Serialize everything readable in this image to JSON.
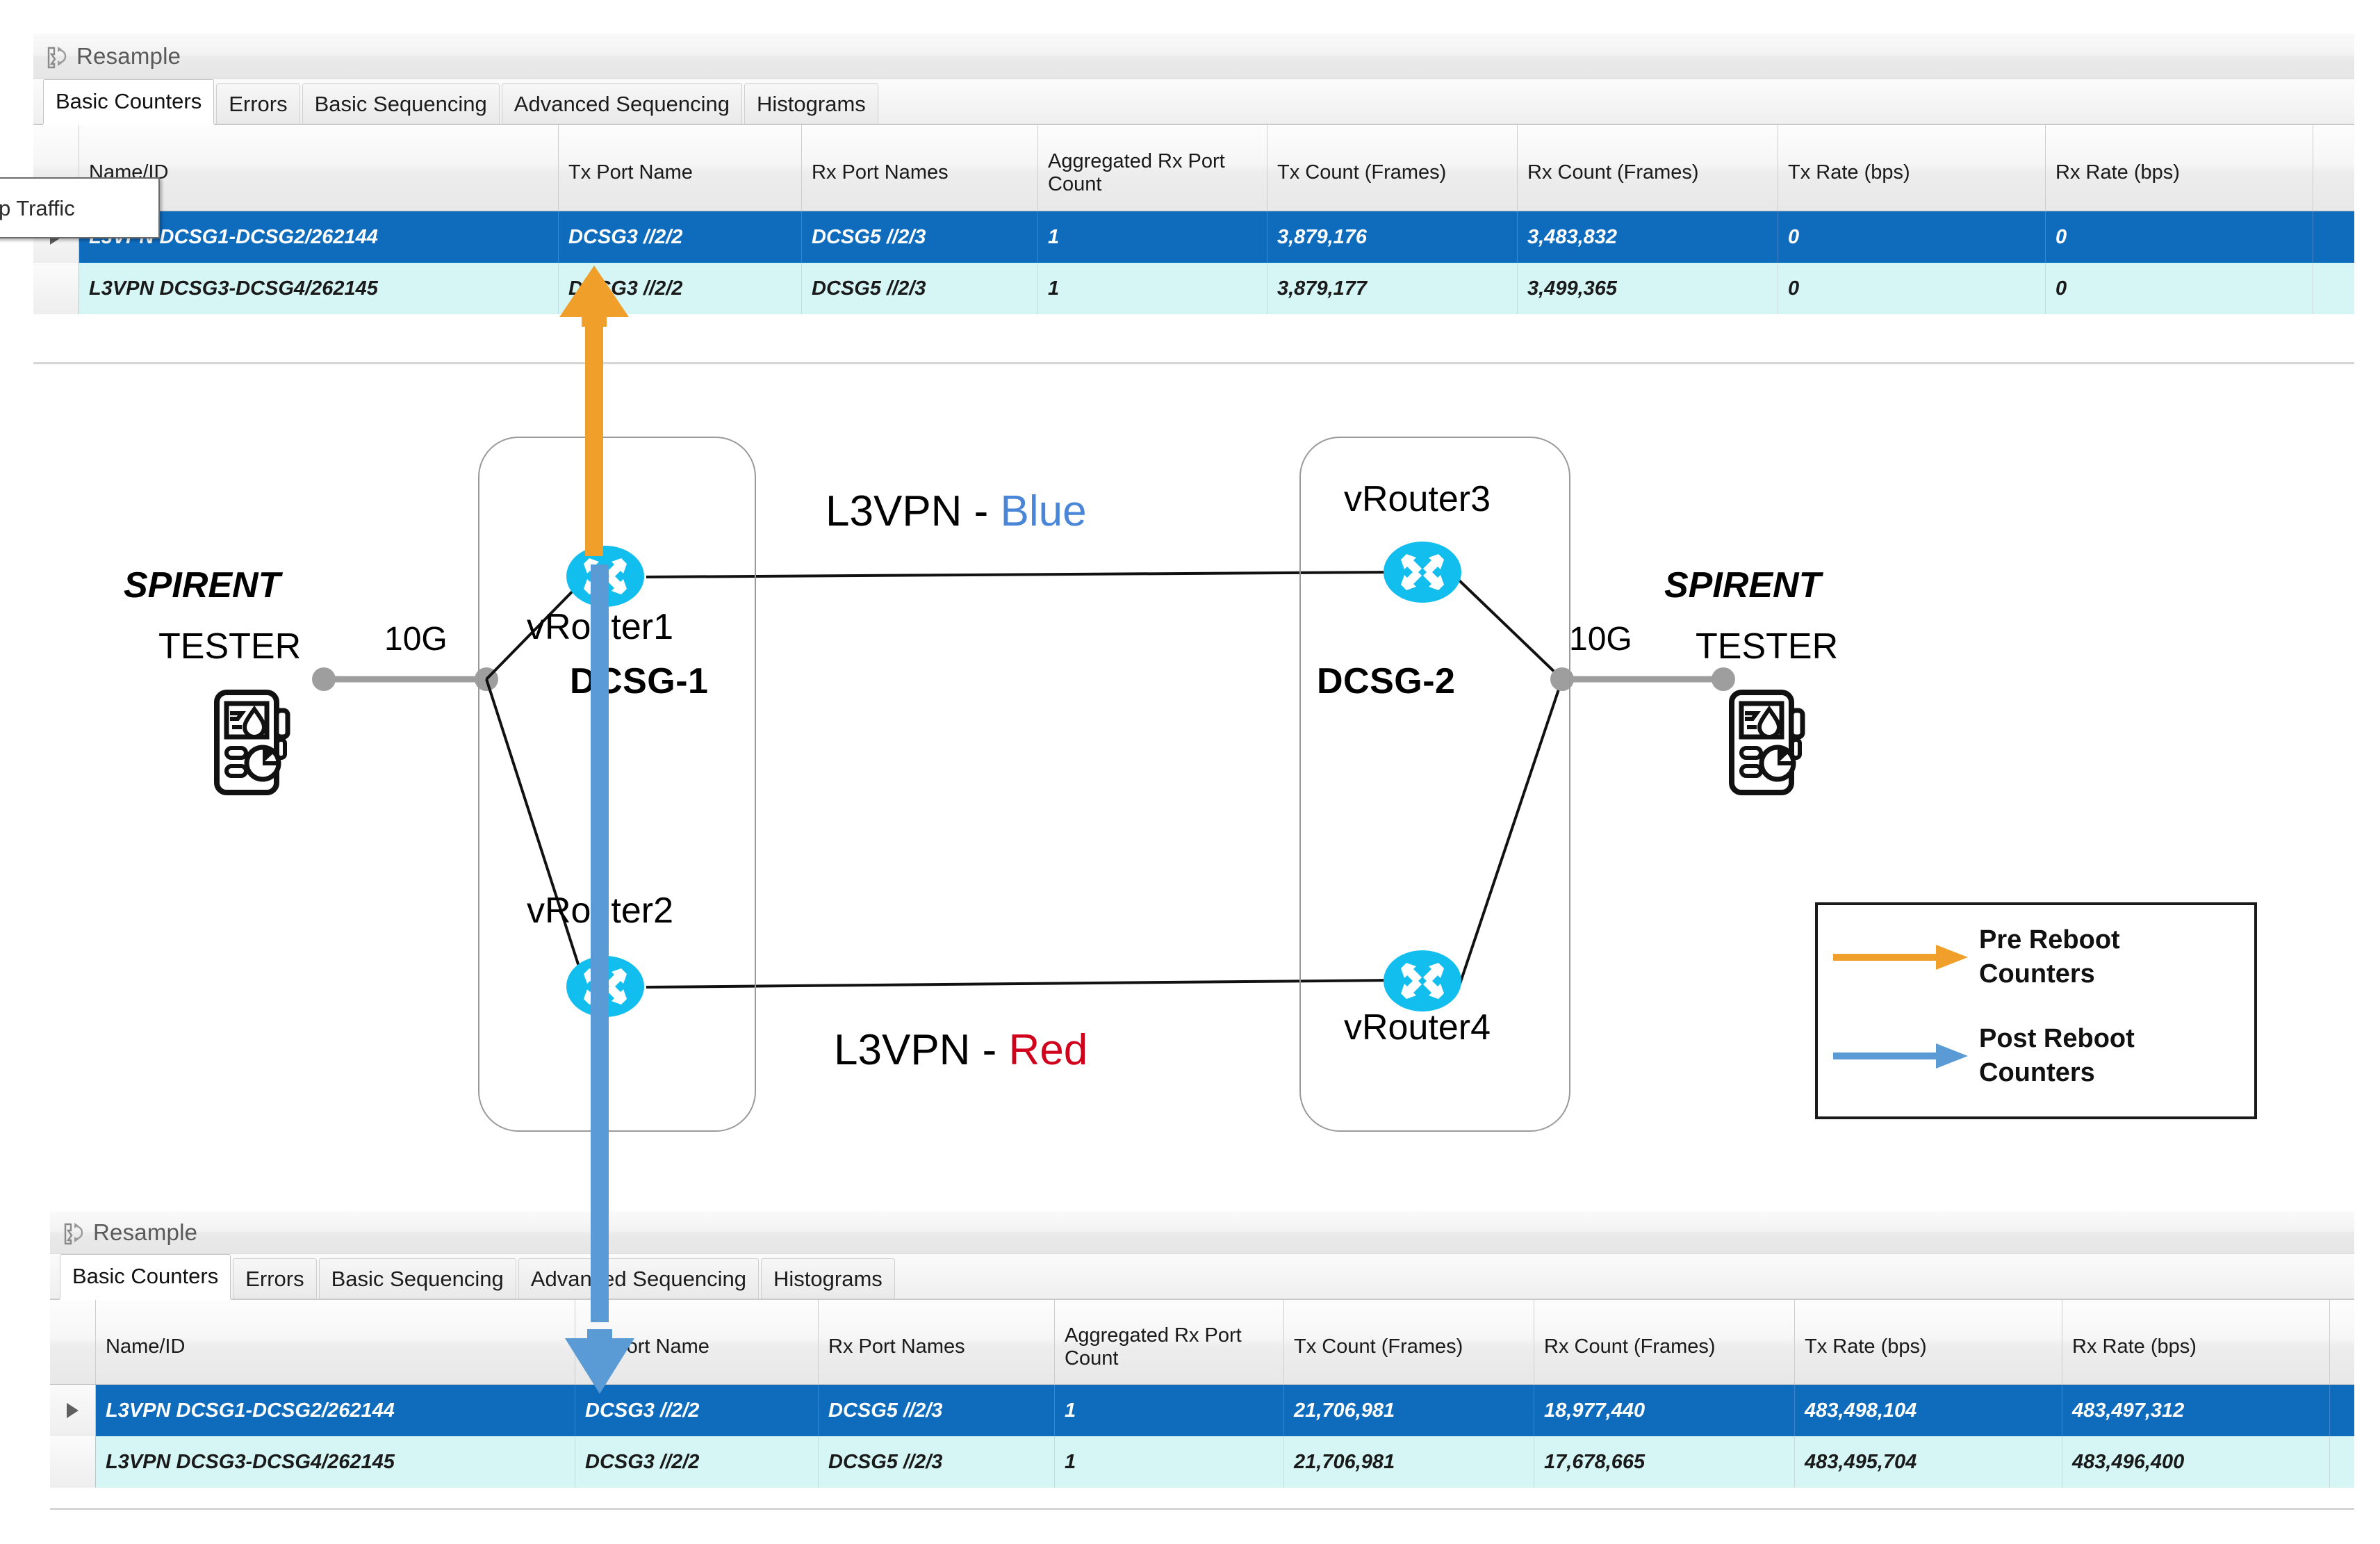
{
  "top_panel": {
    "toolbar": {
      "resample_label": "Resample",
      "resample_icon": "resample-icon"
    },
    "tabs": [
      {
        "label": "Basic Counters",
        "active": true
      },
      {
        "label": "Errors",
        "active": false
      },
      {
        "label": "Basic Sequencing",
        "active": false
      },
      {
        "label": "Advanced Sequencing",
        "active": false
      },
      {
        "label": "Histograms",
        "active": false
      }
    ],
    "floating_button": {
      "label": "p Traffic",
      "full_label": "Stop Traffic"
    },
    "columns": [
      "Name/ID",
      "Tx Port Name",
      "Rx Port Names",
      "Aggregated Rx\nPort Count",
      "Tx Count\n(Frames)",
      "Rx Count\n(Frames)",
      "Tx Rate (bps)",
      "Rx Rate (bps)"
    ],
    "rows": [
      {
        "selected": true,
        "name": "L3VPN DCSG1-DCSG2/262144",
        "tx_port_name": "DCSG3 //2/2",
        "rx_port_names": "DCSG5 //2/3",
        "aggregated_rx_port_count": "1",
        "tx_count_frames": "3,879,176",
        "rx_count_frames": "3,483,832",
        "tx_rate_bps": "0",
        "rx_rate_bps": "0"
      },
      {
        "selected": false,
        "name": "L3VPN DCSG3-DCSG4/262145",
        "tx_port_name": "DCSG3 //2/2",
        "rx_port_names": "DCSG5 //2/3",
        "aggregated_rx_port_count": "1",
        "tx_count_frames": "3,879,177",
        "rx_count_frames": "3,499,365",
        "tx_rate_bps": "0",
        "rx_rate_bps": "0"
      }
    ]
  },
  "bottom_panel": {
    "toolbar": {
      "resample_label": "Resample",
      "resample_icon": "resample-icon"
    },
    "tabs": [
      {
        "label": "Basic Counters",
        "active": true
      },
      {
        "label": "Errors",
        "active": false
      },
      {
        "label": "Basic Sequencing",
        "active": false
      },
      {
        "label": "Advanced Sequencing",
        "active": false
      },
      {
        "label": "Histograms",
        "active": false
      }
    ],
    "columns": [
      "Name/ID",
      "Tx Port Name",
      "Rx Port Names",
      "Aggregated Rx\nPort Count",
      "Tx Count\n(Frames)",
      "Rx Count\n(Frames)",
      "Tx Rate (bps)",
      "Rx Rate (bps)"
    ],
    "rows": [
      {
        "selected": true,
        "name": "L3VPN DCSG1-DCSG2/262144",
        "tx_port_name": "DCSG3 //2/2",
        "rx_port_names": "DCSG5 //2/3",
        "aggregated_rx_port_count": "1",
        "tx_count_frames": "21,706,981",
        "rx_count_frames": "18,977,440",
        "tx_rate_bps": "483,498,104",
        "rx_rate_bps": "483,497,312"
      },
      {
        "selected": false,
        "name": "L3VPN DCSG3-DCSG4/262145",
        "tx_port_name": "DCSG3 //2/2",
        "rx_port_names": "DCSG5 //2/3",
        "aggregated_rx_port_count": "1",
        "tx_count_frames": "21,706,981",
        "rx_count_frames": "17,678,665",
        "tx_rate_bps": "483,495,704",
        "rx_rate_bps": "483,496,400"
      }
    ]
  },
  "diagram": {
    "left_tester": {
      "title": "SPIRENT",
      "subtitle": "TESTER",
      "icon": "spirent-tester-icon"
    },
    "right_tester": {
      "title": "SPIRENT",
      "subtitle": "TESTER",
      "icon": "spirent-tester-icon"
    },
    "left_link_speed": "10G",
    "right_link_speed": "10G",
    "groups": [
      {
        "label": "DCSG-1"
      },
      {
        "label": "DCSG-2"
      }
    ],
    "routers": [
      {
        "label": "vRouter1",
        "icon": "router-icon"
      },
      {
        "label": "vRouter2",
        "icon": "router-icon"
      },
      {
        "label": "vRouter3",
        "icon": "router-icon"
      },
      {
        "label": "vRouter4",
        "icon": "router-icon"
      }
    ],
    "vpn_links": [
      {
        "prefix": "L3VPN - ",
        "name": "Blue",
        "color": "#4a86d8"
      },
      {
        "prefix": "L3VPN - ",
        "name": "Red",
        "color": "#d0021b"
      }
    ]
  },
  "legend": {
    "items": [
      {
        "arrow_icon": "arrow-right-icon",
        "color": "#F0A02A",
        "label": "Pre Reboot\nCounters"
      },
      {
        "arrow_icon": "arrow-right-icon",
        "color": "#5B9BD5",
        "label": "Post Reboot\nCounters"
      }
    ]
  },
  "annotations": {
    "pre_reboot_arrow": {
      "icon": "arrow-up-icon",
      "color": "#F0A02A"
    },
    "post_reboot_arrow": {
      "icon": "arrow-down-icon",
      "color": "#5B9BD5"
    }
  },
  "colors": {
    "selection_blue": "#0f6cbd",
    "alt_row_cyan": "#d6f5f5",
    "router_cyan": "#12BEEE",
    "pre_reboot_orange": "#F0A02A",
    "post_reboot_blue": "#5B9BD5",
    "vpn_blue": "#4a86d8",
    "vpn_red": "#d0021b"
  }
}
